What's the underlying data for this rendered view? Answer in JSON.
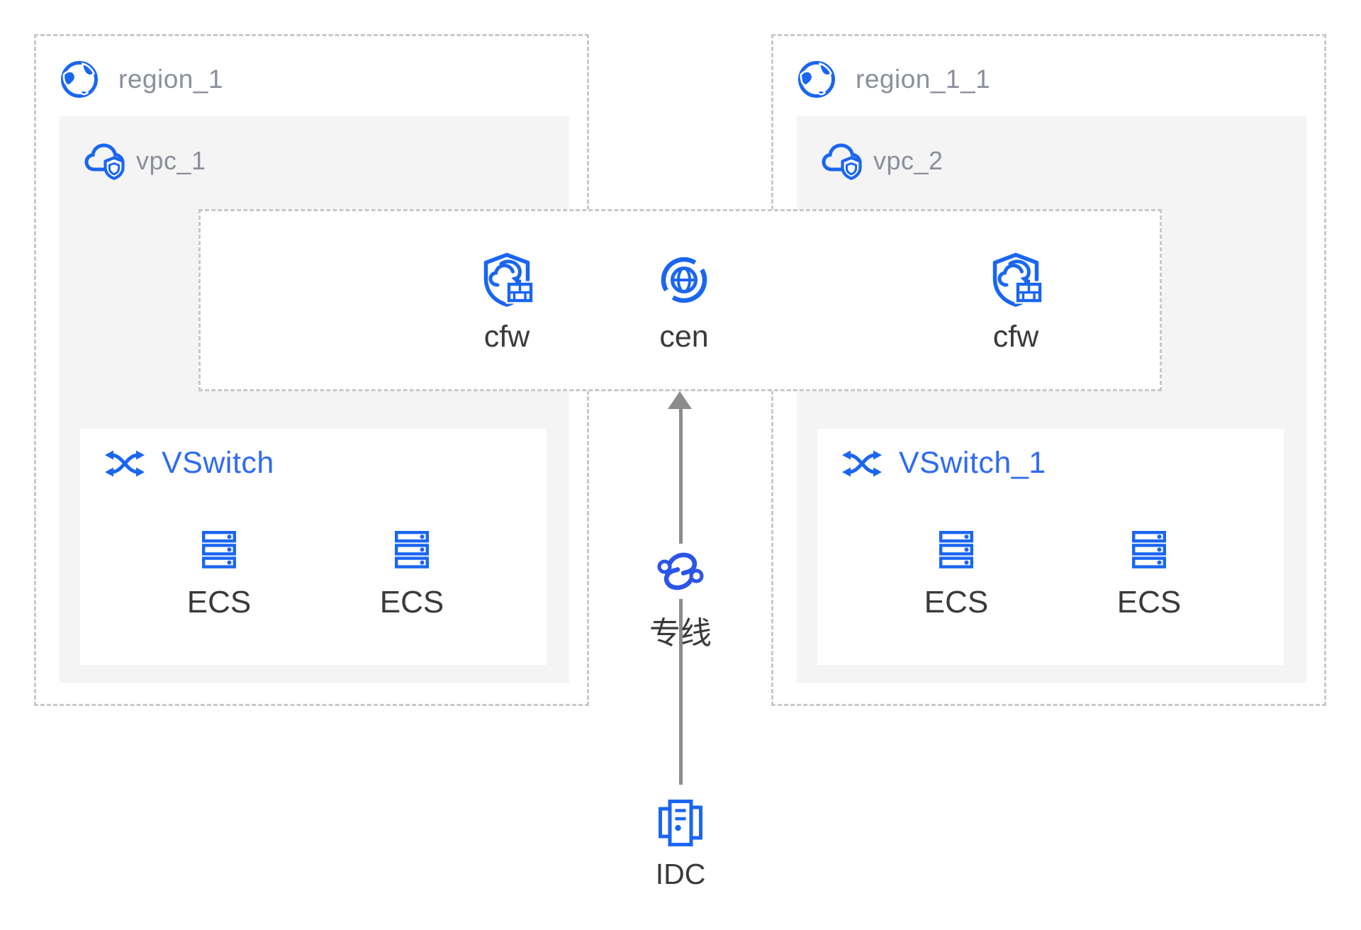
{
  "regions": [
    {
      "label": "region_1",
      "vpc_label": "vpc_1",
      "vswitch_label": "VSwitch",
      "ecs": [
        "ECS",
        "ECS"
      ]
    },
    {
      "label": "region_1_1",
      "vpc_label": "vpc_2",
      "vswitch_label": "VSwitch_1",
      "ecs": [
        "ECS",
        "ECS"
      ]
    }
  ],
  "cen_band": {
    "cfw_left_label": "cfw",
    "cen_label": "cen",
    "cfw_right_label": "cfw"
  },
  "connection": {
    "line_label": "专线",
    "idc_label": "IDC"
  },
  "icons": [
    "globe-icon",
    "cloud-security-icon",
    "vswitch-icon",
    "ecs-server-icon",
    "cfw-shield-icon",
    "cen-globe-icon",
    "express-connect-icon",
    "idc-building-icon",
    "arrow-up-icon"
  ],
  "colors": {
    "blue": "#1A66F2",
    "label_gray": "#8B8F9B",
    "text_dark": "#3A3A3A",
    "vpc_fill": "#F4F4F5",
    "dashed_border": "#C9C9C9",
    "arrow_gray": "#8C8C8C"
  }
}
